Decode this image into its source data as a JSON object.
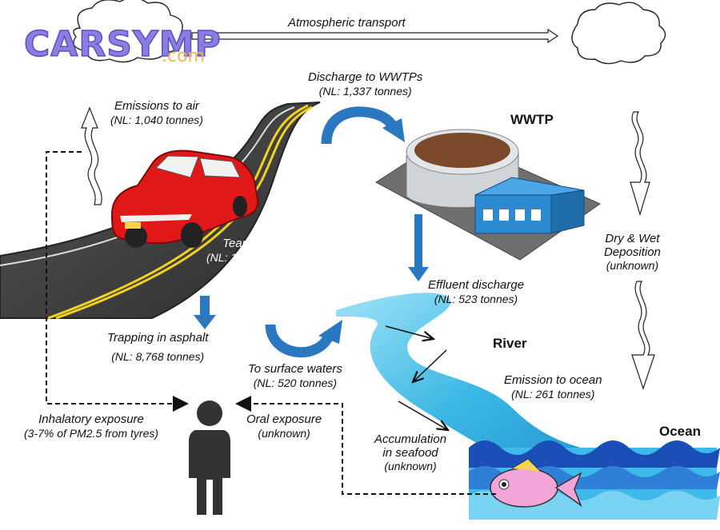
{
  "logo": {
    "main": "CARSYMP",
    "domain": ".com"
  },
  "labels": {
    "atmospheric_transport": "Atmospheric transport",
    "discharge_wwtp": "Discharge to WWTPs",
    "discharge_wwtp_value": "(NL: 1,337 tonnes)",
    "wwtp": "WWTP",
    "emissions_air": "Emissions to air",
    "emissions_air_value": "(NL: 1,040 tonnes)",
    "tear_wear": "Tear & Wear",
    "tear_wear_value": "(NL: 15,030 tonnes)",
    "effluent": "Effluent discharge",
    "effluent_value": "(NL: 523 tonnes)",
    "dry_wet_1": "Dry & Wet",
    "dry_wet_2": "Deposition",
    "dry_wet_value": "(unknown)",
    "trapping": "Trapping in asphalt",
    "trapping_value": "(NL: 8,768 tonnes)",
    "river": "River",
    "surface_waters": "To surface waters",
    "surface_waters_value": "(NL: 520 tonnes)",
    "emission_ocean": "Emission to ocean",
    "emission_ocean_value": "(NL: 261 tonnes)",
    "ocean": "Ocean",
    "inhalatory": "Inhalatory exposure",
    "inhalatory_value": "(3-7% of PM2.5 from tyres)",
    "oral": "Oral exposure",
    "oral_value": "(unknown)",
    "accum_1": "Accumulation",
    "accum_2": "in seafood",
    "accum_value": "(unknown)"
  },
  "colors": {
    "blue_arrow": "#2a78c0",
    "river": "#3bb5e0",
    "ocean_dark": "#1b4fb8",
    "ocean_light": "#3fb9ea",
    "car": "#e01818",
    "road": "#3a3a3a",
    "road_line": "#f0d020",
    "wwtp_tank": "#7a4a2a",
    "wwtp_building": "#2c8ad0"
  },
  "icons": [
    "cloud-icon",
    "car-icon",
    "wwtp-icon",
    "person-icon",
    "fish-icon"
  ]
}
